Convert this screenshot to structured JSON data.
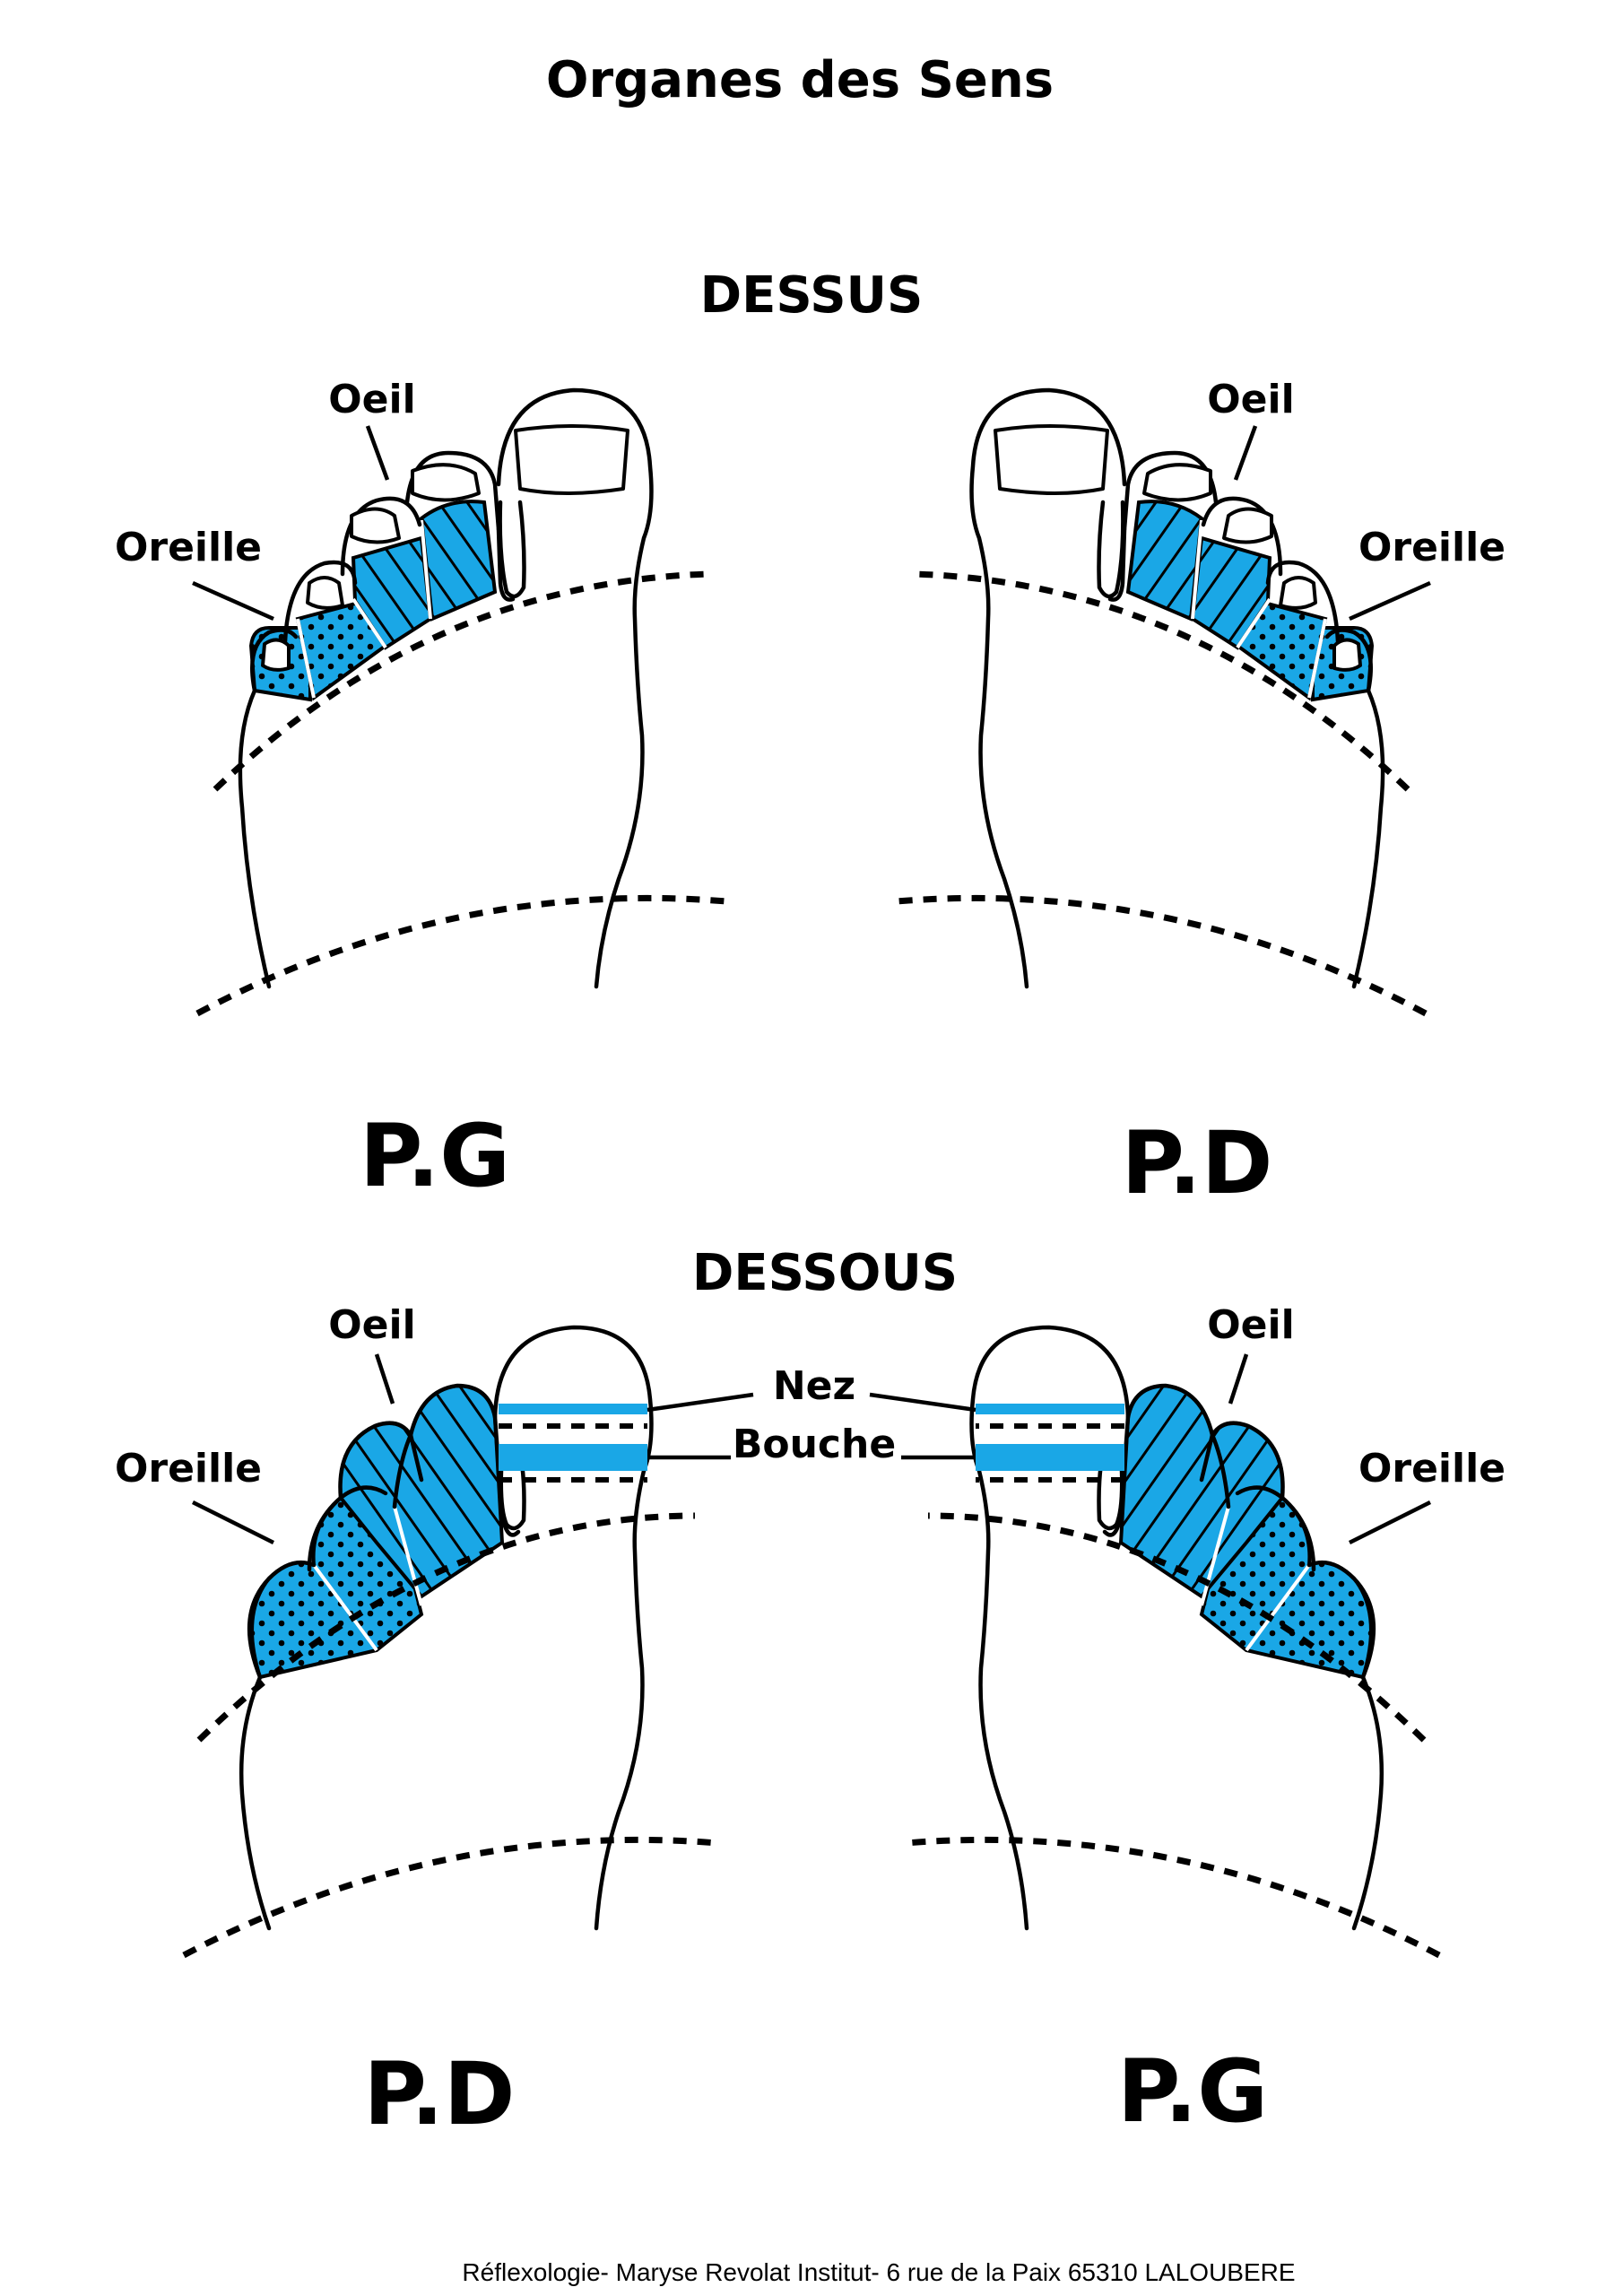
{
  "title": "Organes des Sens",
  "colors": {
    "zone_fill": "#1aa7e6",
    "ink": "#000000",
    "background": "#ffffff"
  },
  "sections": [
    {
      "key": "top",
      "heading": "DESSUS"
    },
    {
      "key": "bottom",
      "heading": "DESSOUS"
    }
  ],
  "feet": {
    "top_left": {
      "side_label": "P.G",
      "labels": {
        "eye": "Oeil",
        "ear": "Oreille"
      }
    },
    "top_right": {
      "side_label": "P.D",
      "labels": {
        "eye": "Oeil",
        "ear": "Oreille"
      }
    },
    "bottom_left": {
      "side_label": "P.D",
      "labels": {
        "eye": "Oeil",
        "ear": "Oreille"
      }
    },
    "bottom_right": {
      "side_label": "P.G",
      "labels": {
        "eye": "Oeil",
        "ear": "Oreille"
      }
    }
  },
  "center_labels": {
    "nose": "Nez",
    "mouth": "Bouche"
  },
  "legend_patterns": {
    "eye_zone": "hatched-diagonal",
    "ear_zone": "dotted"
  },
  "footer": "Réflexologie- Maryse Revolat Institut- 6 rue de la Paix 65310 LALOUBERE"
}
